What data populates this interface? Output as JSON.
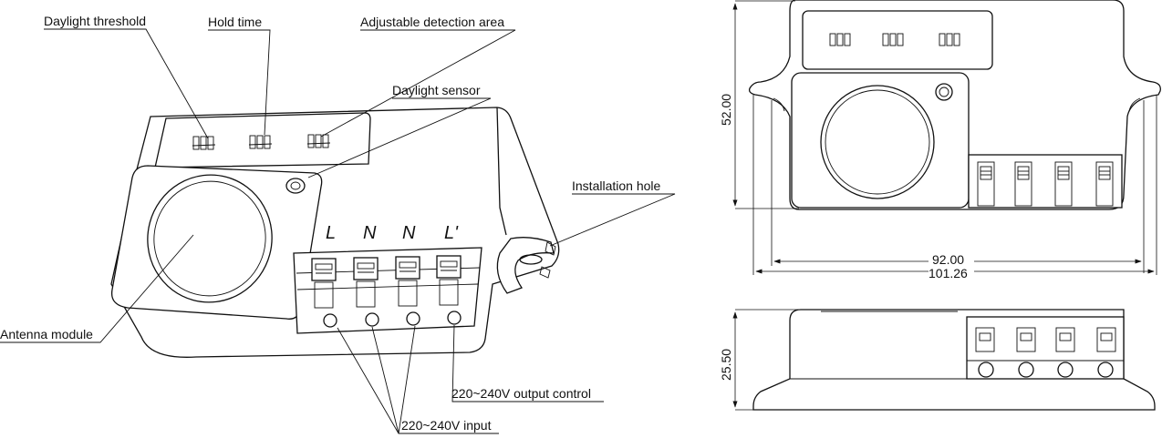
{
  "labels": {
    "daylight_threshold": "Daylight threshold",
    "hold_time": "Hold time",
    "adjustable_detection_area": "Adjustable detection area",
    "daylight_sensor": "Daylight sensor",
    "installation_hole": "Installation hole",
    "antenna_module": "Antenna module",
    "output_control": "220~240V output control",
    "input": "220~240V input"
  },
  "terminals": [
    "L",
    "N",
    "N",
    "L'"
  ],
  "dimensions": {
    "height": "52.00",
    "hole_spacing": "92.00",
    "overall_width": "101.26",
    "depth": "25.50"
  }
}
